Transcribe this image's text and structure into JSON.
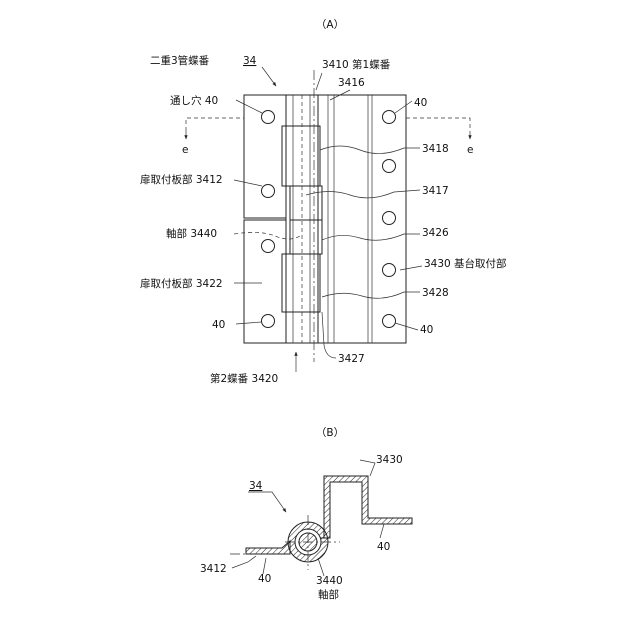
{
  "figure_a": {
    "caption": "（A）",
    "title_label": "二重3管蝶番",
    "title_ref": "34",
    "labels": {
      "first_hinge": "3410  第1蝶番",
      "ref_3416": "3416",
      "through_hole": "通し穴  40",
      "hole_right_top": "40",
      "section_left": "e",
      "section_right": "e",
      "ref_3418": "3418",
      "door_plate_upper": "扉取付板部  3412",
      "ref_3417": "3417",
      "shaft": "軸部  3440",
      "ref_3426": "3426",
      "base_mount": "3430  基台取付部",
      "door_plate_lower": "扉取付板部  3422",
      "ref_3428": "3428",
      "hole_left_bottom": "40",
      "hole_right_bottom": "40",
      "ref_3427": "3427",
      "second_hinge": "第2蝶番  3420"
    }
  },
  "figure_b": {
    "caption": "（B）",
    "labels": {
      "ref_3430": "3430",
      "ref_34": "34",
      "hole_right": "40",
      "ref_3412": "3412",
      "hole_left": "40",
      "ref_3440": "3440",
      "shaft": "軸部"
    }
  }
}
